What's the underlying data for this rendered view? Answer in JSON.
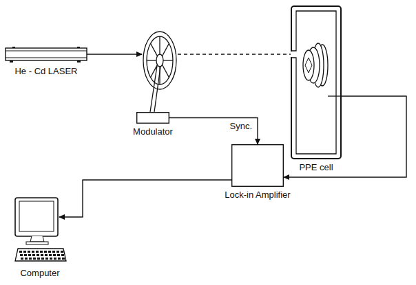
{
  "diagram": {
    "nodes": [
      {
        "text": [
          "He - Cd LASER"
        ]
      },
      {
        "text": [
          "Modulator"
        ]
      },
      {
        "text": [
          "PPE cell"
        ]
      },
      {
        "text": [
          "Lock-in Amplifier"
        ]
      },
      {
        "text": [
          "Computer"
        ]
      }
    ],
    "edges": [
      {
        "from": 2,
        "to": 3,
        "arrow": "to"
      },
      {
        "from": 1,
        "to": 3,
        "label": "Sync.",
        "arrow": "to"
      },
      {
        "from": 3,
        "to": 4,
        "arrow": "to"
      }
    ]
  }
}
